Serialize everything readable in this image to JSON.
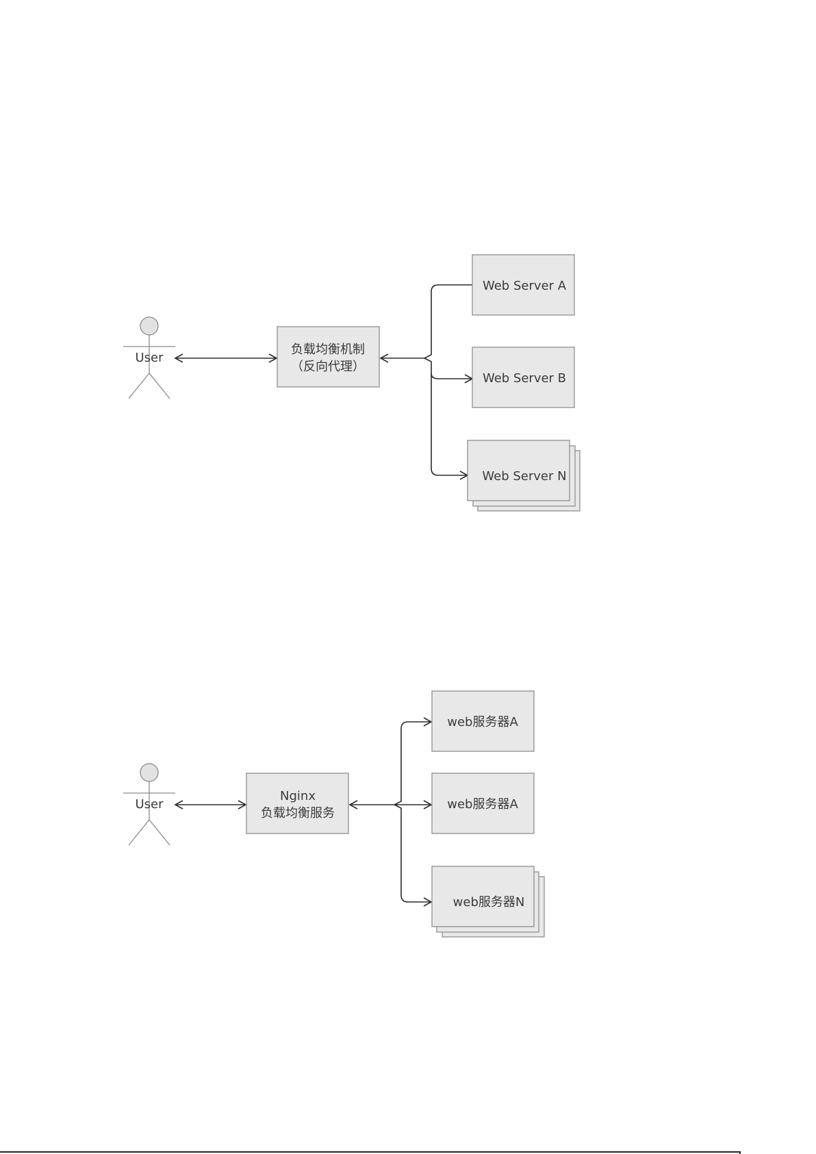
{
  "diagram1": {
    "actor_label": "User",
    "proxy": {
      "line1": "负载均衡机制",
      "line2": "（反向代理）"
    },
    "servers": [
      "Web Server A",
      "Web Server B",
      "Web Server N"
    ]
  },
  "diagram2": {
    "actor_label": "User",
    "proxy": {
      "line1": "Nginx",
      "line2": "负载均衡服务"
    },
    "servers": [
      "web服务器A",
      "web服务器A",
      "web服务器N"
    ]
  },
  "colors": {
    "box_fill": "#e8e8e8",
    "box_stroke": "#8e8e8e",
    "edge": "#2b2b2b",
    "text": "#3a3a3a"
  }
}
